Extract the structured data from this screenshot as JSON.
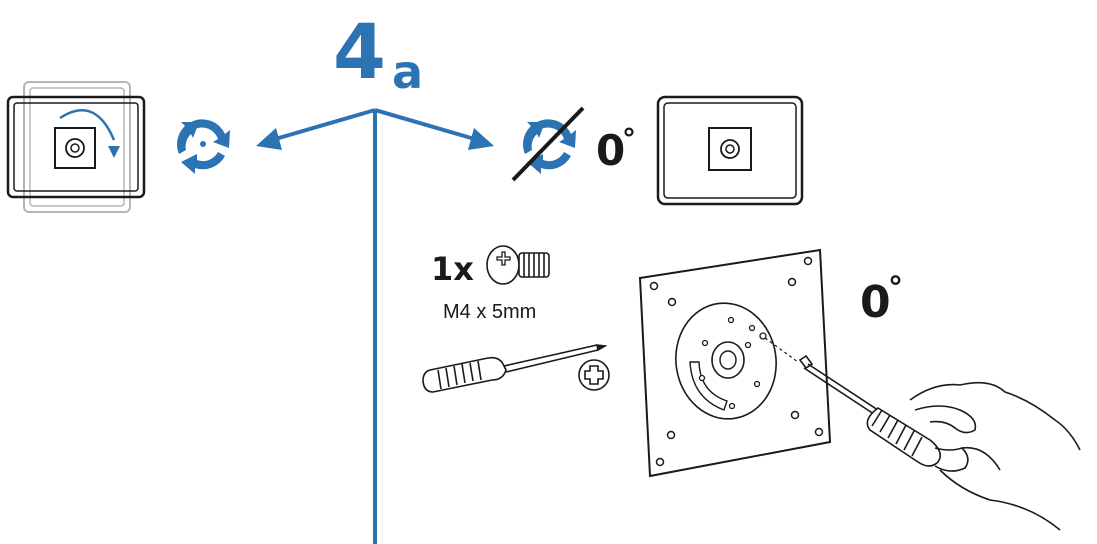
{
  "step": {
    "number": "4",
    "sub": "a"
  },
  "option_fixed": {
    "angle_label": "0",
    "degree_mark": "°"
  },
  "hardware": {
    "quantity": "1x",
    "screw_spec": "M4 x 5mm"
  },
  "install": {
    "angle_label": "0",
    "degree_mark": "°"
  },
  "colors": {
    "accent_blue": "#2b73b3",
    "line_black": "#1a1a1a",
    "ghost_gray": "#b5b5b5"
  },
  "icons": {
    "rotate_enabled": "rotation-arrows-icon",
    "rotate_disabled": "rotation-locked-icon",
    "screw": "screw-icon",
    "screwdriver": "phillips-screwdriver-icon",
    "phillips_head": "phillips-head-icon"
  }
}
